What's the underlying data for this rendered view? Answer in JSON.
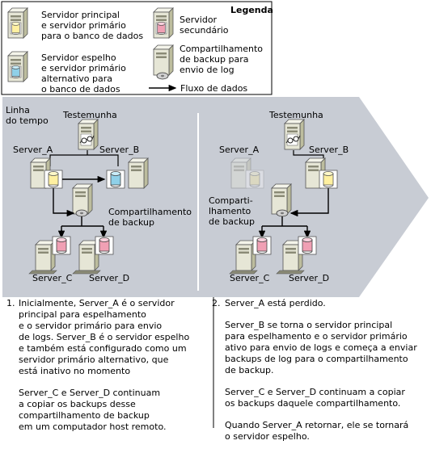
{
  "legend": {
    "title": "Legenda",
    "principal": [
      "Servidor principal",
      "e servidor primário",
      "para o banco de dados"
    ],
    "secundario": [
      "Servidor",
      "secundário"
    ],
    "espelho": [
      "Servidor espelho",
      "e servidor primário",
      "alternativo para",
      "o banco de dados"
    ],
    "compartilhamento": [
      "Compartilhamento",
      "de backup para",
      "envio de log"
    ],
    "fluxo": "Fluxo de dados"
  },
  "timeline": [
    "Linha",
    "do tempo"
  ],
  "panel1": {
    "witness": "Testemunha",
    "server_a": "Server_A",
    "server_b": "Server_B",
    "share": [
      "Compartilhamento",
      "de backup"
    ],
    "server_c": "Server_C",
    "server_d": "Server_D"
  },
  "panel2": {
    "witness": "Testemunha",
    "server_a": "Server_A",
    "server_b": "Server_B",
    "share": [
      "Comparti-",
      "lhamento",
      "de backup"
    ],
    "server_c": "Server_C",
    "server_d": "Server_D"
  },
  "steps": [
    {
      "number": "1.",
      "paragraphs": [
        "Inicialmente, Server_A é o servidor\nprincipal para espelhamento\ne o servidor primário para envio\nde logs. Server_B é o servidor espelho\ne também está configurado como um\nservidor primário alternativo, que\nestá inativo no momento",
        "Server_C e Server_D continuam\na copiar os backups desse\ncompartilhamento de backup\nem um computador host remoto."
      ]
    },
    {
      "number": "2.",
      "paragraphs": [
        "Server_A está perdido.",
        "Server_B se torna o servidor principal\npara espelhamento e o servidor primário\nativo para envio de logs e começa a enviar\nbackups de log para o compartilhamento\nde backup.",
        "Server_C e Server_D continuam a copiar\nos backups daquele compartilhamento.",
        "Quando Server_A retornar, ele se tornará\no servidor espelho."
      ]
    }
  ]
}
